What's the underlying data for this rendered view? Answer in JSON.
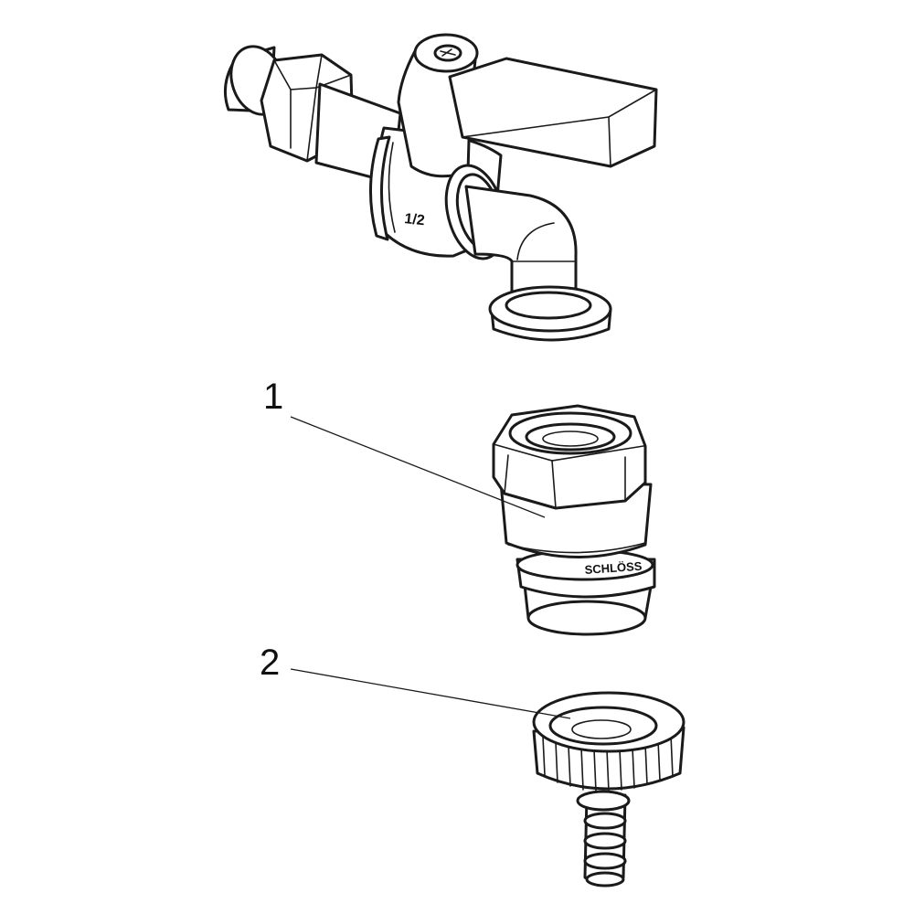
{
  "callouts": [
    {
      "number": "1"
    },
    {
      "number": "2"
    }
  ],
  "engraving": {
    "valve_size": "1/2",
    "brand_mark": "SCHLÖSS"
  },
  "colors": {
    "stroke": "#1a1a1a",
    "background": "#ffffff"
  }
}
